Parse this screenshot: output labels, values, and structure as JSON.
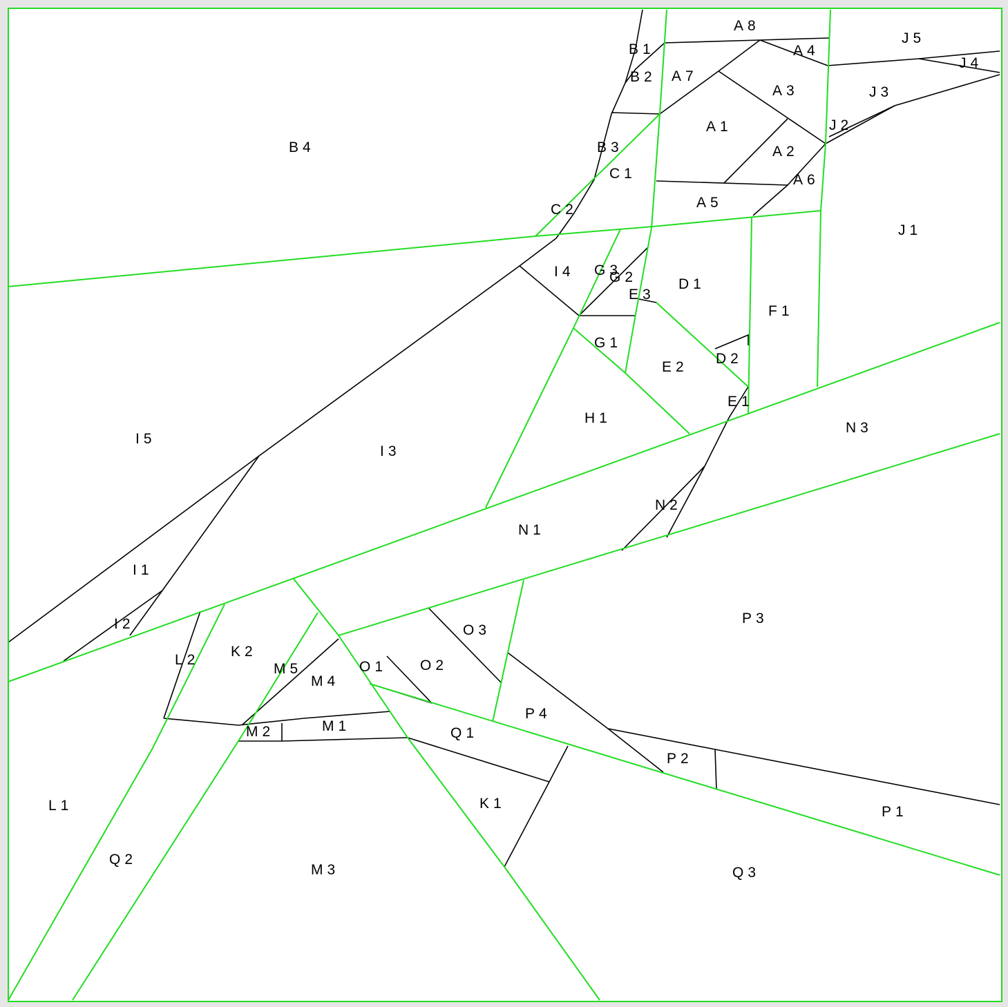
{
  "diagram": {
    "frame_color": "#22dd22",
    "seam_color": "#22dd22",
    "line_color": "#000000",
    "background": "#ffffff",
    "labels": [
      "A8",
      "B1",
      "A4",
      "J5",
      "J4",
      "B2",
      "A7",
      "A3",
      "J3",
      "J2",
      "A1",
      "B4",
      "B3",
      "A2",
      "C1",
      "A6",
      "C2",
      "A5",
      "J1",
      "I4",
      "G3",
      "G2",
      "D1",
      "E3",
      "F1",
      "G1",
      "D2",
      "E2",
      "E1",
      "H1",
      "N3",
      "I5",
      "I3",
      "N2",
      "N1",
      "I1",
      "P3",
      "O3",
      "I2",
      "K2",
      "L2",
      "M5",
      "O1",
      "O2",
      "M4",
      "P4",
      "M2",
      "M1",
      "Q1",
      "P2",
      "P1",
      "L1",
      "Q2",
      "K1",
      "M3",
      "Q3"
    ]
  }
}
